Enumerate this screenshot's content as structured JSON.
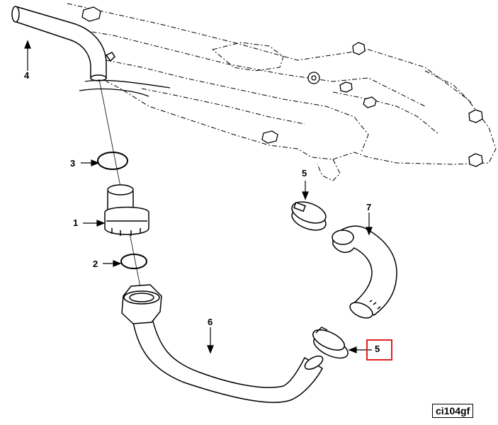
{
  "diagram": {
    "callouts": {
      "c1": "1",
      "c2": "2",
      "c3": "3",
      "c4": "4",
      "c5_top": "5",
      "c5_bottom": "5",
      "c6": "6",
      "c7": "7"
    },
    "highlight_color": "#e02020",
    "figure_id": "ci104gf"
  }
}
